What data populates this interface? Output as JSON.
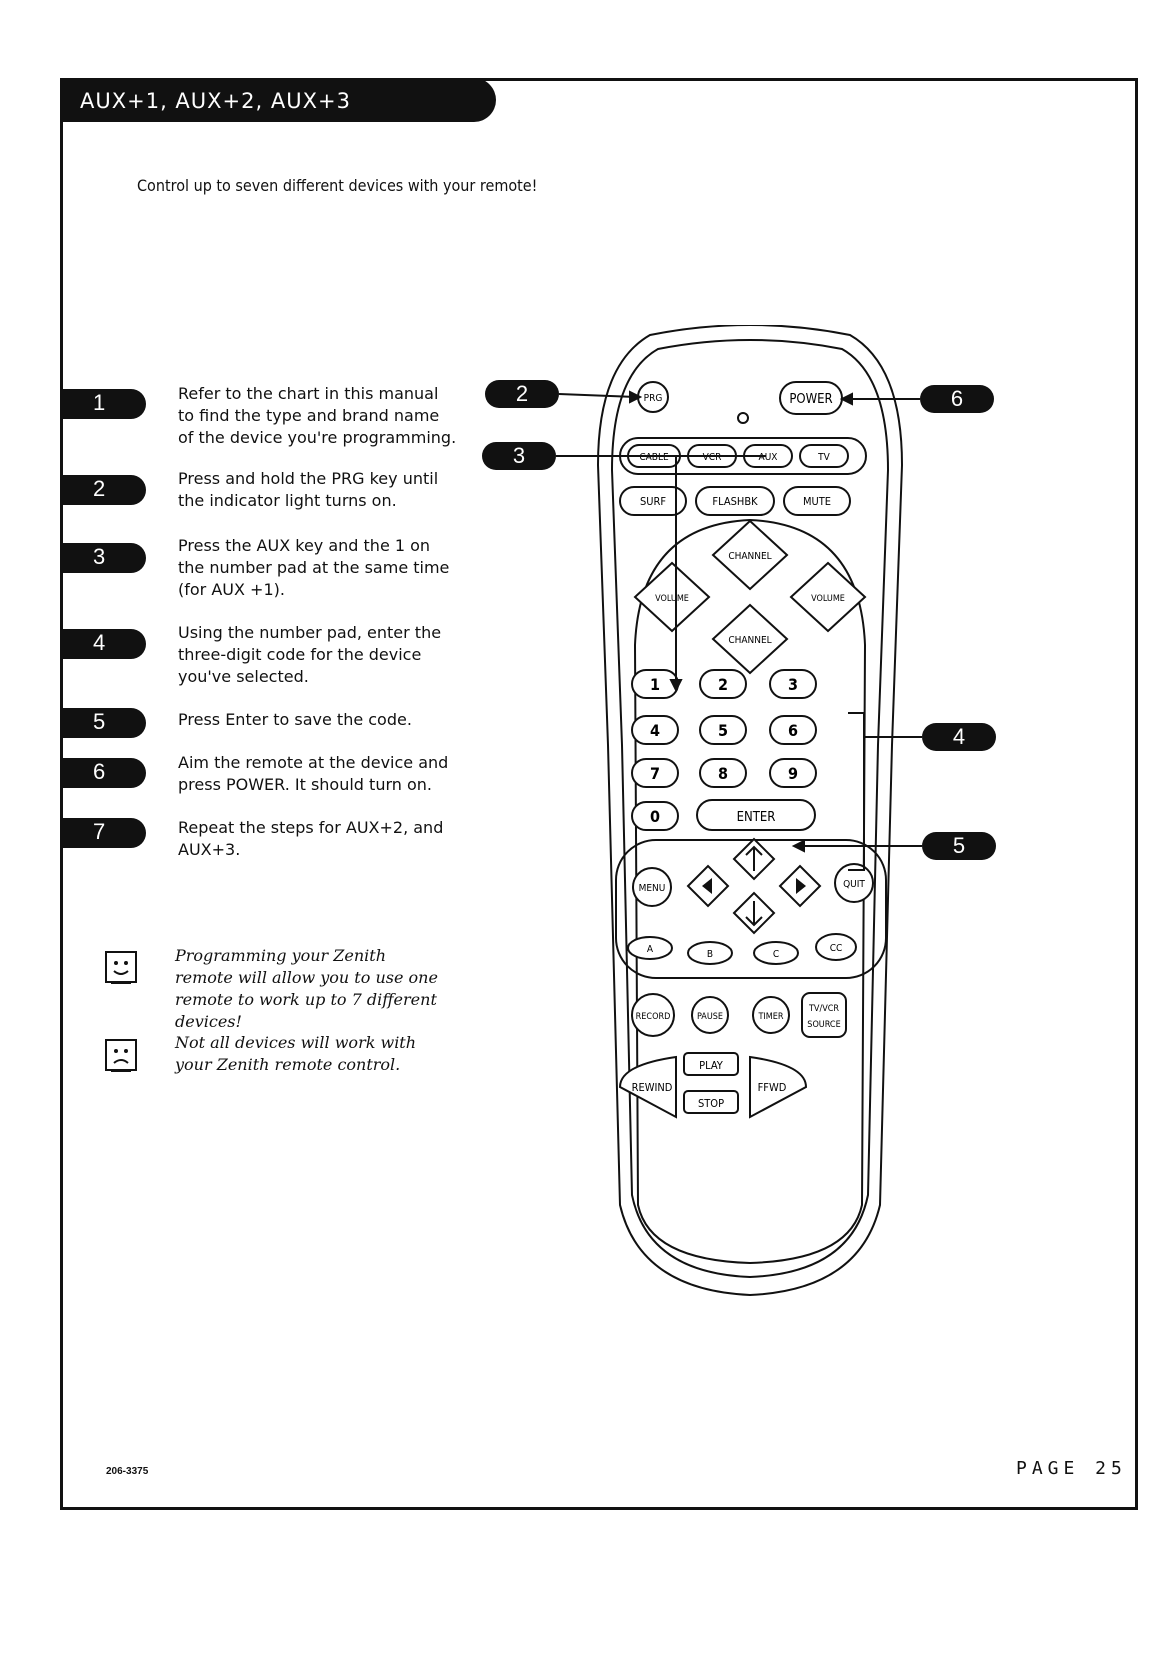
{
  "title": "AUX+1, AUX+2, AUX+3",
  "intro": "Control up to seven different devices with your remote!",
  "steps": [
    {
      "num": "1",
      "text": "Refer to the chart in this manual to find the type and brand name of the device you're programming."
    },
    {
      "num": "2",
      "text": "Press and hold the PRG key until the indicator light turns on."
    },
    {
      "num": "3",
      "text": "Press the AUX key and the 1 on the number pad at the same time (for AUX +1)."
    },
    {
      "num": "4",
      "text": "Using the number pad, enter the three-digit code for the device you've selected."
    },
    {
      "num": "5",
      "text": "Press Enter to save the code."
    },
    {
      "num": "6",
      "text": "Aim the remote at the device and press POWER. It should turn on."
    },
    {
      "num": "7",
      "text": "Repeat the steps for AUX+2, and AUX+3."
    }
  ],
  "notes": [
    {
      "icon": "smiley-face-icon",
      "text": "Programming your Zenith remote will allow you to use one remote to work up to 7 different devices!"
    },
    {
      "icon": "frowning-face-icon",
      "text": "Not all devices will work with your Zenith remote control."
    }
  ],
  "callouts": {
    "c2": "2",
    "c3": "3",
    "c4": "4",
    "c5": "5",
    "c6": "6"
  },
  "remote": {
    "prg": "PRG",
    "power": "POWER",
    "cable": "CABLE",
    "vcr": "VCR",
    "aux": "AUX",
    "tv": "TV",
    "surf": "SURF",
    "flashbk": "FLASHBK",
    "mute": "MUTE",
    "channel_up": "CHANNEL",
    "channel_down": "CHANNEL",
    "volume_left": "VOLUME",
    "volume_right": "VOLUME",
    "digits": [
      "1",
      "2",
      "3",
      "4",
      "5",
      "6",
      "7",
      "8",
      "9",
      "0"
    ],
    "enter": "ENTER",
    "menu": "MENU",
    "quit": "QUIT",
    "a": "A",
    "b": "B",
    "c": "C",
    "cc": "CC",
    "record": "RECORD",
    "pause": "PAUSE",
    "timer": "TIMER",
    "tvvcr": "TV/VCR",
    "source": "SOURCE",
    "play": "PLAY",
    "stop": "STOP",
    "rewind": "REWIND",
    "ffwd": "FFWD"
  },
  "footer": {
    "doc_number": "206-3375",
    "page": "PAGE 25"
  }
}
